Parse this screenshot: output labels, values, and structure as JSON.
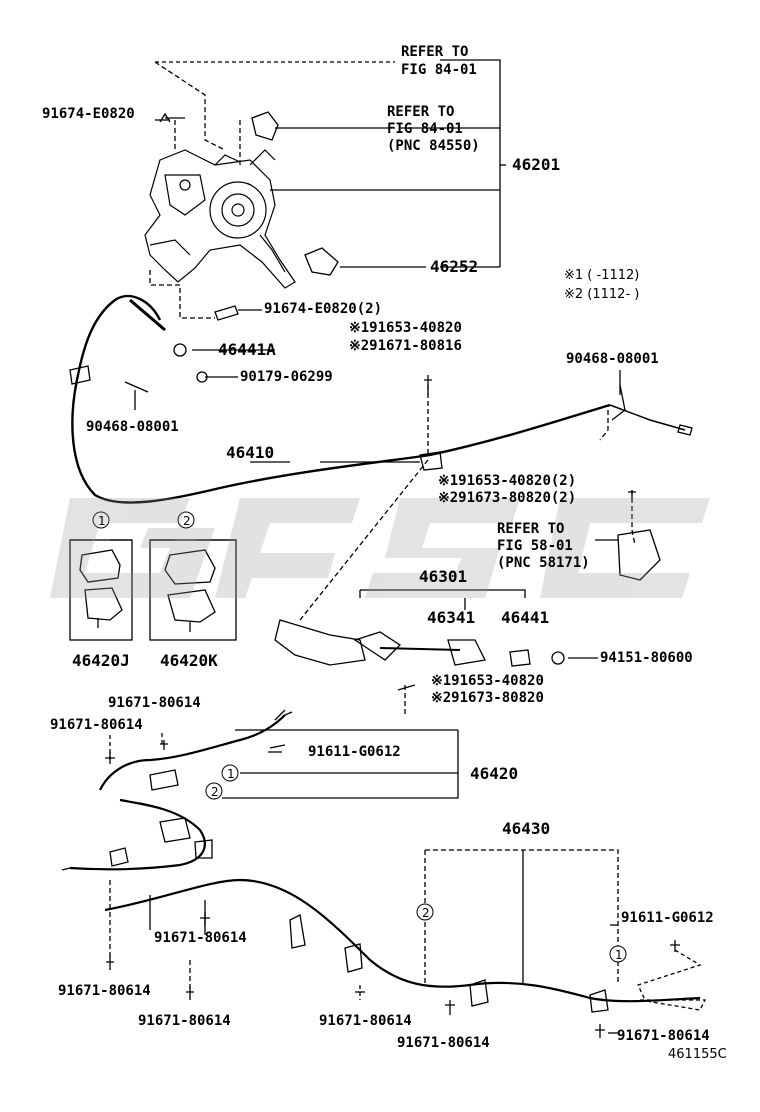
{
  "refs": {
    "ref1_line1": "REFER TO",
    "ref1_line2": "FIG 84-01",
    "ref2_line1": "REFER TO",
    "ref2_line2": "FIG 84-01",
    "ref2_line3": "(PNC 84550)",
    "ref3_line1": "REFER TO",
    "ref3_line2": "FIG 58-01",
    "ref3_line3": "(PNC 58171)"
  },
  "parts": {
    "p46201": "46201",
    "p46252": "46252",
    "p91674_a": "91674-E0820",
    "p91674_b": "91674-E0820(2)",
    "p46441A": "46441A",
    "p90179": "90179-06299",
    "p90468_left": "90468-08001",
    "p90468_right": "90468-08001",
    "p46410": "46410",
    "s1_91653": "※191653-40820",
    "s2_91671": "※291671-80816",
    "s1_91653_2": "※191653-40820(2)",
    "s2_91673_2": "※291673-80820(2)",
    "p46301": "46301",
    "p46341": "46341",
    "p46441": "46441",
    "p94151": "94151-80600",
    "s1_91653_b": "※191653-40820",
    "s2_91673_b": "※291673-80820",
    "p46420J": "46420J",
    "p46420K": "46420K",
    "box1_num": "1",
    "box2_num": "2",
    "p91671_top1": "91671-80614",
    "p91671_top2": "91671-80614",
    "p91611_a": "91611-G0612",
    "p46420": "46420",
    "c1_46420": "1",
    "c2_46420": "2",
    "p46430": "46430",
    "c2_46430": "2",
    "c1_46430": "1",
    "p91611_b": "91611-G0612",
    "p91671_mid": "91671-80614",
    "p91671_botleft": "91671-80614",
    "p91671_botleft2": "91671-80614",
    "p91671_botmid1": "91671-80614",
    "p91671_botmid2": "91671-80614",
    "p91671_botright": "91671-80614"
  },
  "notes": {
    "note1": "※1 (    -1112)",
    "note2": "※2 (1112-    )"
  },
  "figure_id": "461155C"
}
